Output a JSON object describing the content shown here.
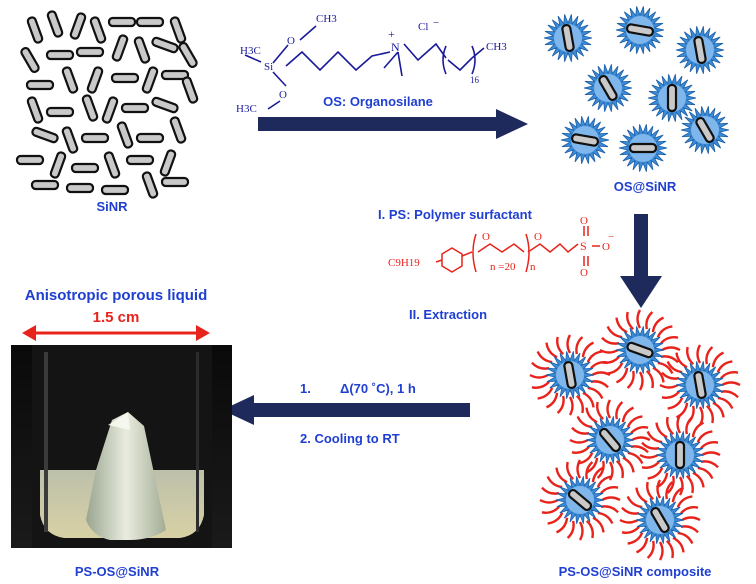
{
  "colors": {
    "navy": "#1f2a5c",
    "blue_text": "#1f3fd1",
    "red": "#e8231b",
    "rod_fill": "#c9c9c9",
    "rod_stroke": "#111111",
    "shell_blue": "#3a8ad6",
    "shell_blue_light": "#7fb6ec"
  },
  "labels": {
    "sinr": "SiNR",
    "os_sinr": "OS@SiNR",
    "os_name": "OS: Organosilane",
    "ps_name": "I. PS: Polymer surfactant",
    "extraction": "II. Extraction",
    "anisotropic": "Anisotropic porous liquid",
    "scale": "1.5 cm",
    "step1_num": "1.",
    "step1_text": "Δ(70 ˚C), 1 h",
    "step2": "2. Cooling to RT",
    "ps_os_sinr": "PS-OS@SiNR",
    "composite": "PS-OS@SiNR composite"
  },
  "os_formula": {
    "h3c_top": "H3C",
    "h3c_bottom": "H3C",
    "ch3_top": "CH3",
    "o_top": "O",
    "o_bottom": "O",
    "si": "Si",
    "n": "N",
    "n_charge": "+",
    "cl": "Cl",
    "cl_charge": "−",
    "chain_index": "16",
    "ch3_end": "CH3"
  },
  "ps_formula": {
    "c9h19": "C9H19",
    "o1": "O",
    "o2": "O",
    "n_eq": "n =20",
    "n_sub": "n",
    "s": "S",
    "o_top": "O",
    "o_bottom": "O",
    "o_minus": "O",
    "minus": "−"
  },
  "icons": {
    "arrow_right": "arrow-right-icon",
    "arrow_down": "arrow-down-icon",
    "arrow_left": "arrow-left-icon",
    "scale_arrow": "double-arrow-icon",
    "vial": "vial-photo-icon"
  }
}
